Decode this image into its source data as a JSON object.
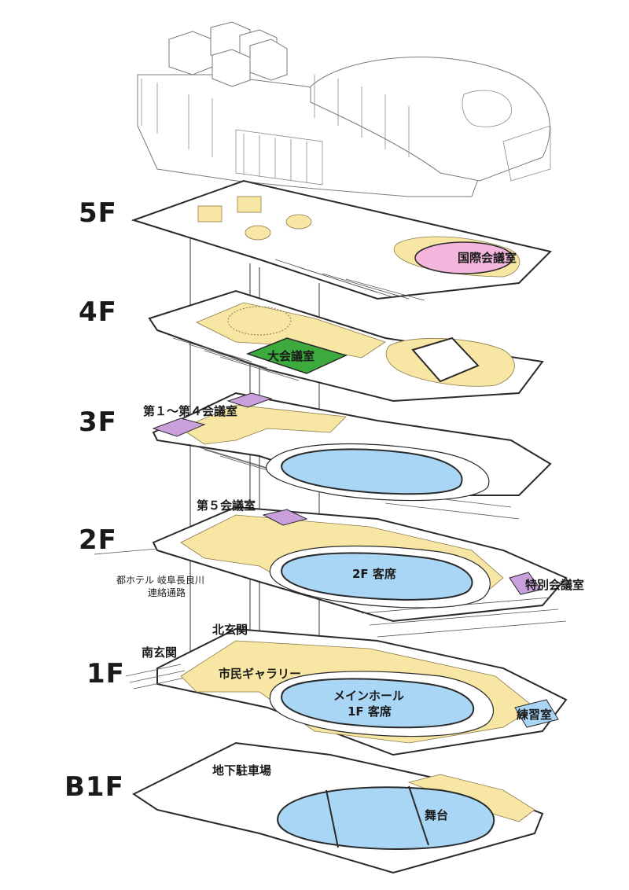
{
  "floors": {
    "f5": "5F",
    "f4": "4F",
    "f3": "3F",
    "f2": "2F",
    "f1": "1F",
    "b1": "B1F"
  },
  "rooms": {
    "international_conf": "国際会議室",
    "large_conf": "大会議室",
    "conf_1_4": "第１〜第４会議室",
    "conf_5": "第５会議室",
    "seats_2f": "2F 客席",
    "special_conf": "特別会議室",
    "hotel_link_1": "都ホテル 岐阜長良川",
    "hotel_link_2": "連絡通路",
    "north_entrance": "北玄関",
    "south_entrance": "南玄関",
    "citizen_gallery": "市民ギャラリー",
    "main_hall_1": "メインホール",
    "main_hall_2": "1F 客席",
    "practice_room": "練習室",
    "underground_parking": "地下駐車場",
    "stage": "舞台"
  },
  "colors": {
    "corridor": "#f7e6a4",
    "hall": "#a9d6f5",
    "international": "#f5b6dd",
    "large": "#3caa3c",
    "meeting": "#c99fdc"
  }
}
